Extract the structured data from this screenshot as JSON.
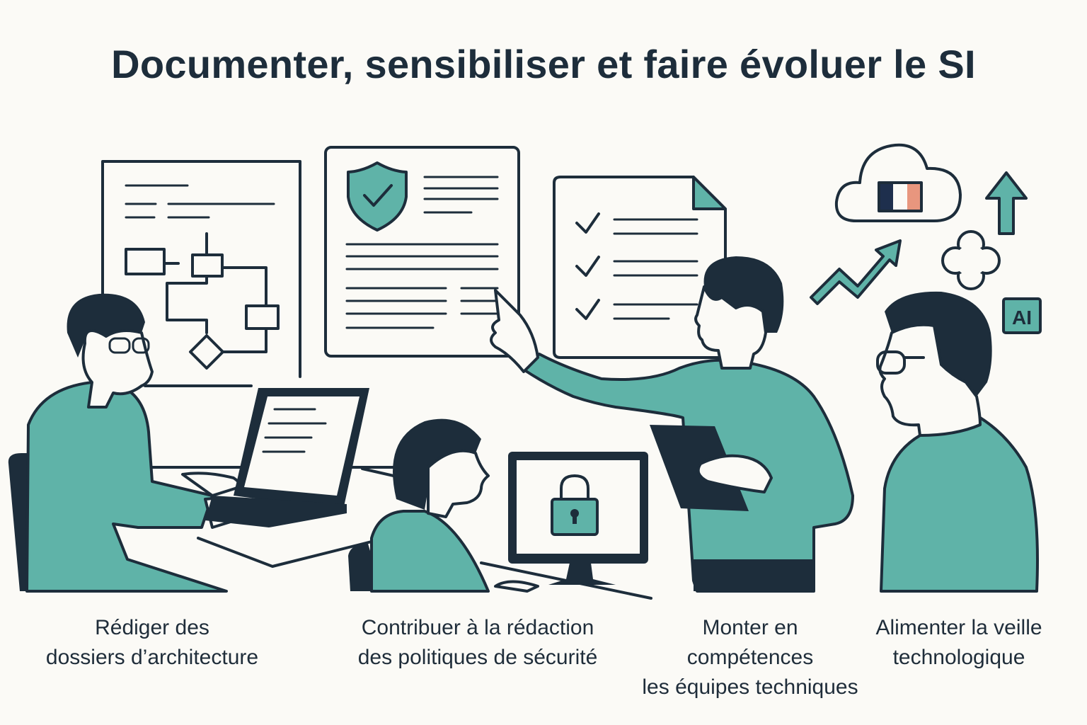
{
  "title": "Documenter, sensibiliser et faire évoluer le SI",
  "colors": {
    "accent": "#5fb3a8",
    "ink": "#1d2d3b",
    "flag_blue": "#1e2f4d",
    "flag_red": "#e8967e",
    "background": "#fbfaf6"
  },
  "icons": [
    "architecture-diagram-icon",
    "shield-check-icon",
    "checklist-document-icon",
    "cloud-flag-icon",
    "trend-arrow-icon",
    "up-arrow-icon",
    "clover-icon",
    "ai-badge-icon",
    "padlock-icon"
  ],
  "ai_badge": "AI",
  "captions": [
    {
      "line1": "Rédiger des",
      "line2": "dossiers d’architecture"
    },
    {
      "line1": "Contribuer à la rédaction",
      "line2": "des politiques de sécurité"
    },
    {
      "line1": "Monter en",
      "line2": "compétences",
      "line3": "les équipes techniques"
    },
    {
      "line1": "Alimenter la veille",
      "line2": "technologique"
    }
  ]
}
